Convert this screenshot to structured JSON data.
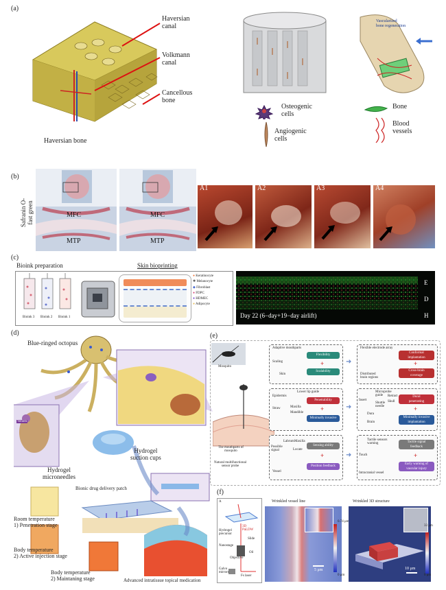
{
  "panels": {
    "a": {
      "letter": "(a)",
      "haversian_canal": "Haversian\ncanal",
      "volkmann_canal": "Volkmann\ncanal",
      "cancellous_bone": "Cancellous\nbone",
      "haversian_bone": "Haversian bone",
      "vascularized": "Vascularized\nbone regeneration",
      "legend": {
        "osteogenic": "Osteogenic\ncells",
        "angiogenic": "Angiogenic\ncells",
        "bone": "Bone",
        "vessels": "Blood\nvessels"
      }
    },
    "b": {
      "letter": "(b)",
      "stain": "Safranin O-\nfast green",
      "mfc": "MFC",
      "mtp": "MTP",
      "a1": "A1",
      "a2": "A2",
      "a3": "A3",
      "a4": "A4"
    },
    "c": {
      "letter": "(c)",
      "bioink": "Bioink preparation",
      "skin": "Skin bioprinting",
      "bioinks": [
        "Bioink 3",
        "Bioink 2",
        "Bioink 1"
      ],
      "legend": [
        "Keratinocyte",
        "Melanocyte",
        "Fibroblast",
        "FDPC",
        "HDMEC",
        "Adipocyte"
      ],
      "day": "Day 22 (6−day+19−day airlift)",
      "layers": [
        "E",
        "D",
        "H"
      ]
    },
    "d": {
      "letter": "(d)",
      "octopus": "Blue-ringed octopus",
      "venom": "Venom",
      "suction": "Hydrogel\nsuction cups",
      "microneedles": "Hydrogel\nmicroneedles",
      "patch": "Bionic drug delivery patch",
      "room": "Room temperature\n1) Penetration stage",
      "body1": "Body temperature\n2) Active injection stage",
      "body2": "Body temperature\n2) Maintaning stage",
      "advanced": "Advanced intratissue topical medication"
    },
    "e": {
      "letter": "(e)",
      "mosquito": "Mosquito",
      "mouthparts": "The mouthparts of\nmosquito",
      "probe": "Natural multifunctional\nsensor probe",
      "rows": [
        {
          "title": "Adaptive mouthparts",
          "a": "Flexibility",
          "b": "Scalability",
          "r_title": "Flexible electrode array",
          "ra": "Conformal\nimplantation",
          "rb": "Cross-brain\ncoverage",
          "l1": "Scaling",
          "l2": "Skin",
          "rl1": "Distributed\nbrain regions"
        },
        {
          "title": "Lower lip guide",
          "a": "Penetrability",
          "b": "Minimally invasive",
          "r_title": "",
          "ra": "Dural\npenetrating",
          "rb": "Minimally invasive\nimplantation",
          "l1": "Epidermis",
          "l2": "Straw",
          "l3": "Maxilla",
          "l4": "Mandible",
          "rl1": "Microprobe\nguide",
          "rl2": "Shuttle\nneedle",
          "rl3": "Insert",
          "rl4": "Retract",
          "rl5": "Skull",
          "rl6": "Dura",
          "rl7": "Brain"
        },
        {
          "title": "",
          "a": "Sensing ability",
          "b": "Position feedback",
          "r_title": "",
          "ra": "Tactile signal\nfeedback",
          "rb": "Early warning of\nvascular injury",
          "l1": "Labrum",
          "l2": "Maxilla",
          "l3": "Possible\nsignal",
          "l4": "Locate",
          "l5": "Vessel",
          "rl1": "Tactile sensors\nwarning",
          "rl2": "Touch",
          "rl3": "Intracranial vessel"
        }
      ]
    },
    "f": {
      "letter": "(f)",
      "a_tag": "A",
      "pa": "3D\nPaLDW",
      "hydrogel": "Hydrogel\nprecursor",
      "slide": "Slide",
      "nanostage": "Nanostage",
      "objective": "Objective",
      "oil": "Oil",
      "galvo": "Galvo\nmirrors",
      "fs": "Fs laser",
      "wrinkled_line": "Wrinkled vessel line",
      "wrinkled_3d": "Wrinkled 3D structure",
      "scale1_top": "0.74 μm",
      "scale1_bot": "0 μm",
      "scale2_top": "33 μm",
      "scale2_bot": "0 μm",
      "bar1": "5 μm",
      "bar2": "10 μm"
    }
  }
}
